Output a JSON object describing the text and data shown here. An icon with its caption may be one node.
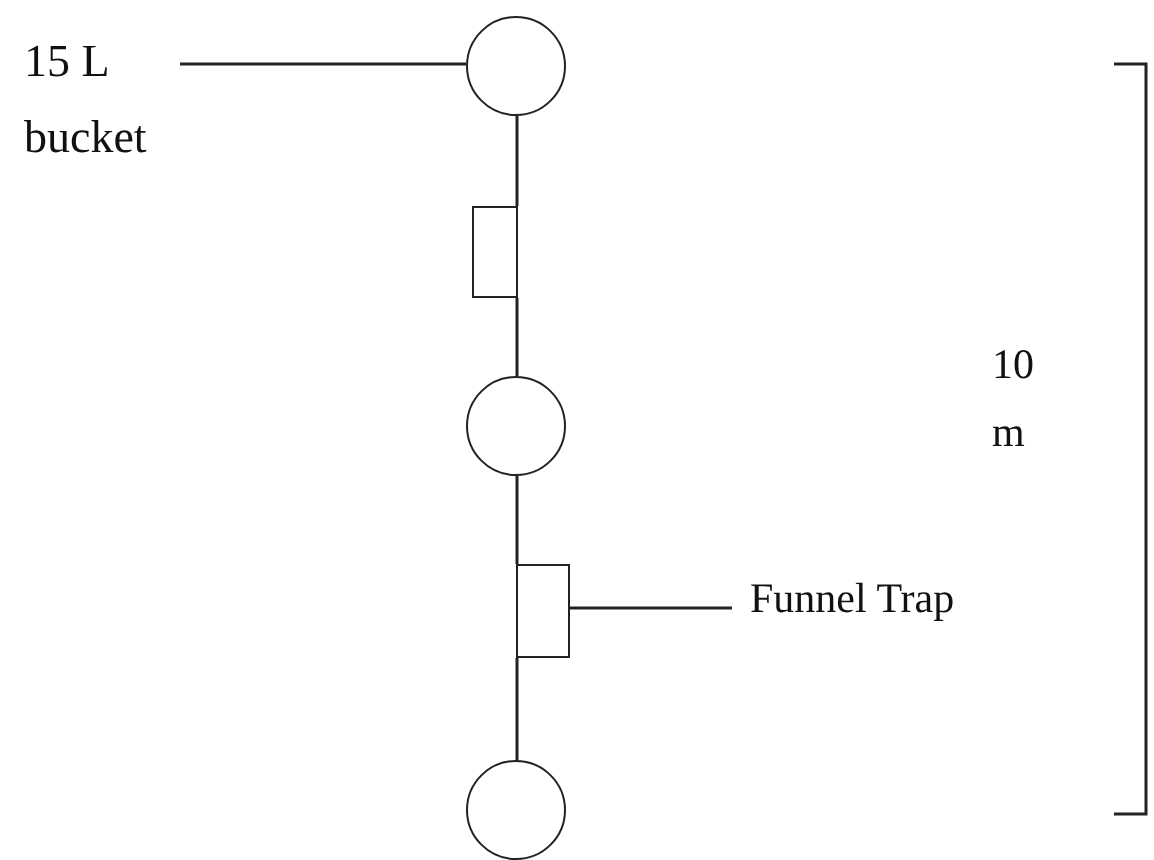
{
  "diagram": {
    "nodes": [
      {
        "text": [],
        "shape": "circle"
      },
      {
        "text": [],
        "shape": "box"
      },
      {
        "text": [],
        "shape": "circle"
      },
      {
        "text": [],
        "shape": "box"
      },
      {
        "text": [],
        "shape": "circle"
      },
      {
        "text": [
          "15 L bucket"
        ]
      },
      {
        "text": [
          "Funnel Trap"
        ]
      }
    ],
    "edges": [
      {
        "from": 0,
        "to": 1,
        "arrow": "none"
      },
      {
        "from": 1,
        "to": 2,
        "arrow": "none"
      },
      {
        "from": 2,
        "to": 3,
        "arrow": "none"
      },
      {
        "from": 3,
        "to": 4,
        "arrow": "none"
      },
      {
        "from": 5,
        "to": 0,
        "arrow": "none"
      },
      {
        "from": 6,
        "to": 3,
        "arrow": "none"
      }
    ],
    "labels": [
      "10 m"
    ]
  }
}
